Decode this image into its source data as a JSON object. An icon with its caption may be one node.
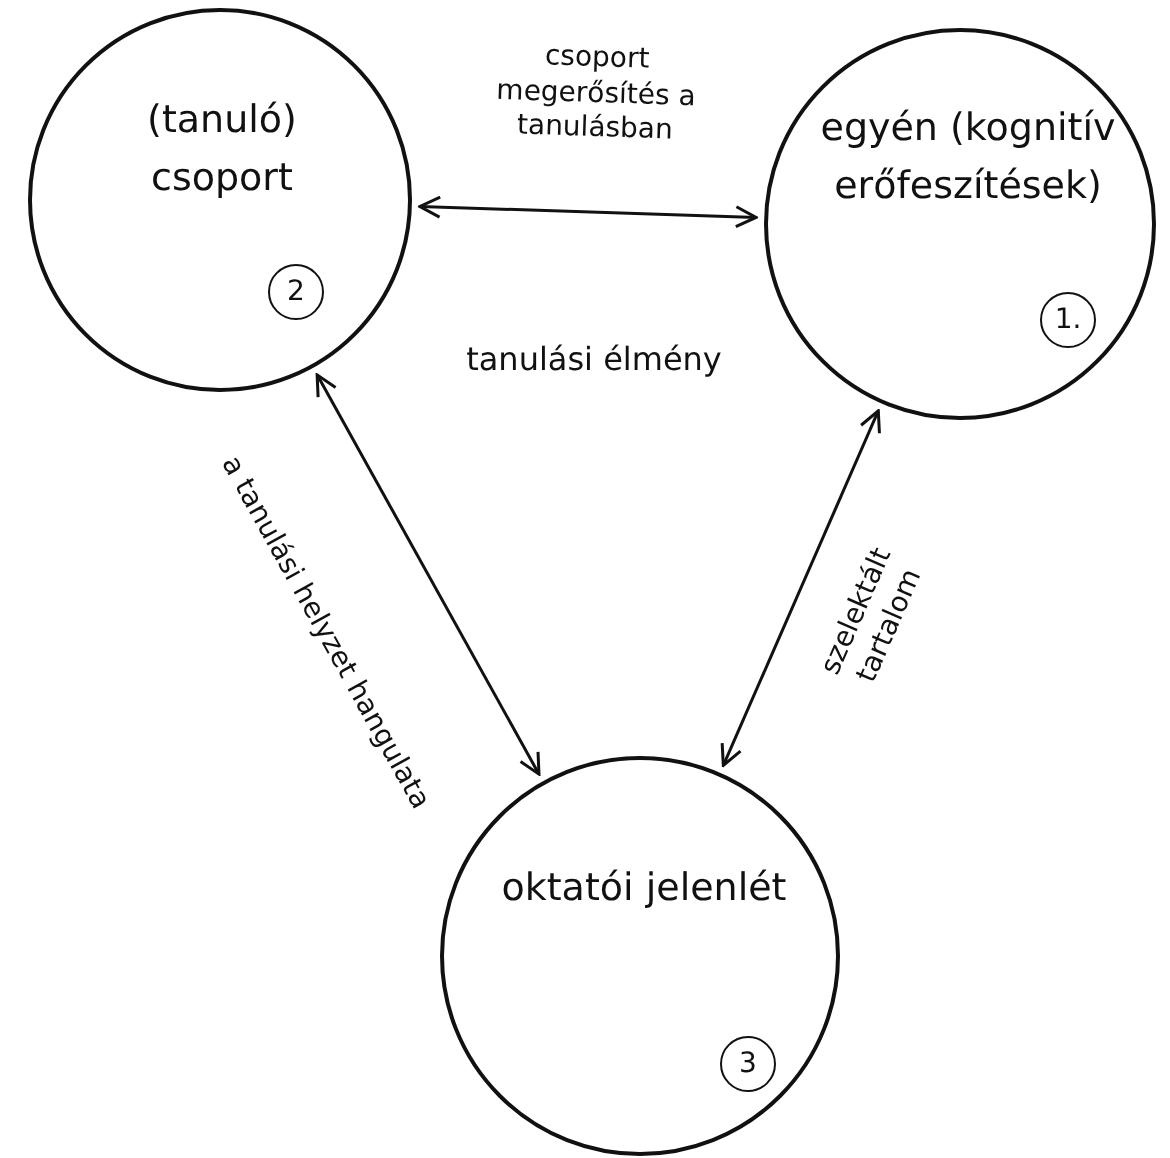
{
  "diagram": {
    "nodes": [
      {
        "text": [
          "(tanuló) csoport",
          "2"
        ]
      },
      {
        "text": [
          "egyén (kognitív erőfeszítések)",
          "1."
        ]
      },
      {
        "text": [
          "oktatói jelenlét",
          "3"
        ]
      }
    ],
    "edges": [
      {
        "from": 0,
        "to": 1,
        "arrow": "both",
        "label": "csoport megerősítés a tanulásban"
      },
      {
        "from": 0,
        "to": 2,
        "arrow": "both",
        "label": "a tanulási helyzet hangulata"
      },
      {
        "from": 1,
        "to": 2,
        "arrow": "both",
        "label": "szelektált tartalom"
      }
    ],
    "labels": [
      "tanulási élmény"
    ]
  }
}
